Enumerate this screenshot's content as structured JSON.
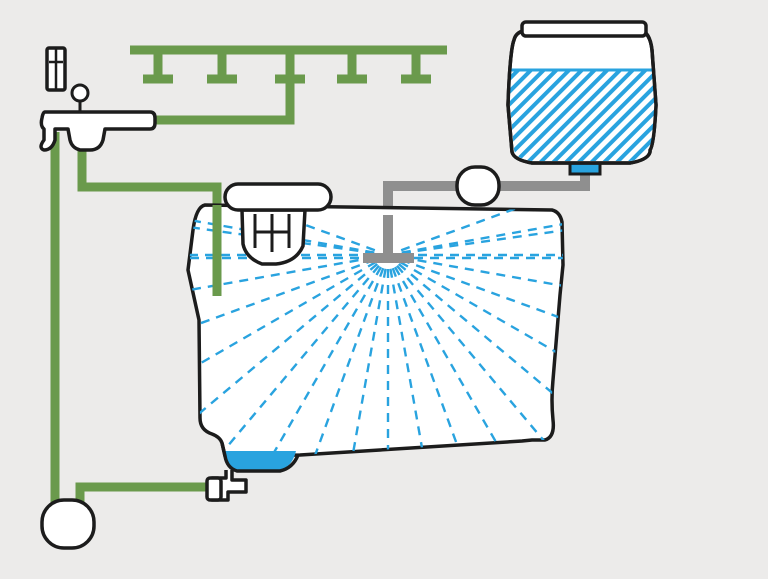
{
  "diagram": {
    "components": [
      {
        "id": "pressure-gauge-valve",
        "kind": "valve"
      },
      {
        "id": "distribution-manifold",
        "kind": "pipe-network",
        "outlets": 5
      },
      {
        "id": "storage-tank",
        "kind": "tank",
        "state": "spray-cleaning"
      },
      {
        "id": "inspection-hatch",
        "kind": "hatch"
      },
      {
        "id": "detergent-reservoir",
        "kind": "reservoir",
        "state": "filled"
      },
      {
        "id": "dosing-pump",
        "kind": "pump"
      },
      {
        "id": "spray-head",
        "kind": "nozzle"
      },
      {
        "id": "sump-outlet",
        "kind": "outlet",
        "state": "residual-water"
      },
      {
        "id": "drain-tap",
        "kind": "valve"
      },
      {
        "id": "recirculation-pump",
        "kind": "pump"
      }
    ],
    "colors": {
      "background": "#ecebea",
      "water_pipe": "#6a9a4c",
      "dosing_pipe": "#8f8f8f",
      "spray": "#29a3df",
      "water_fill": "#29a3df",
      "outline": "#1c1c1c",
      "body": "#ffffff"
    }
  }
}
